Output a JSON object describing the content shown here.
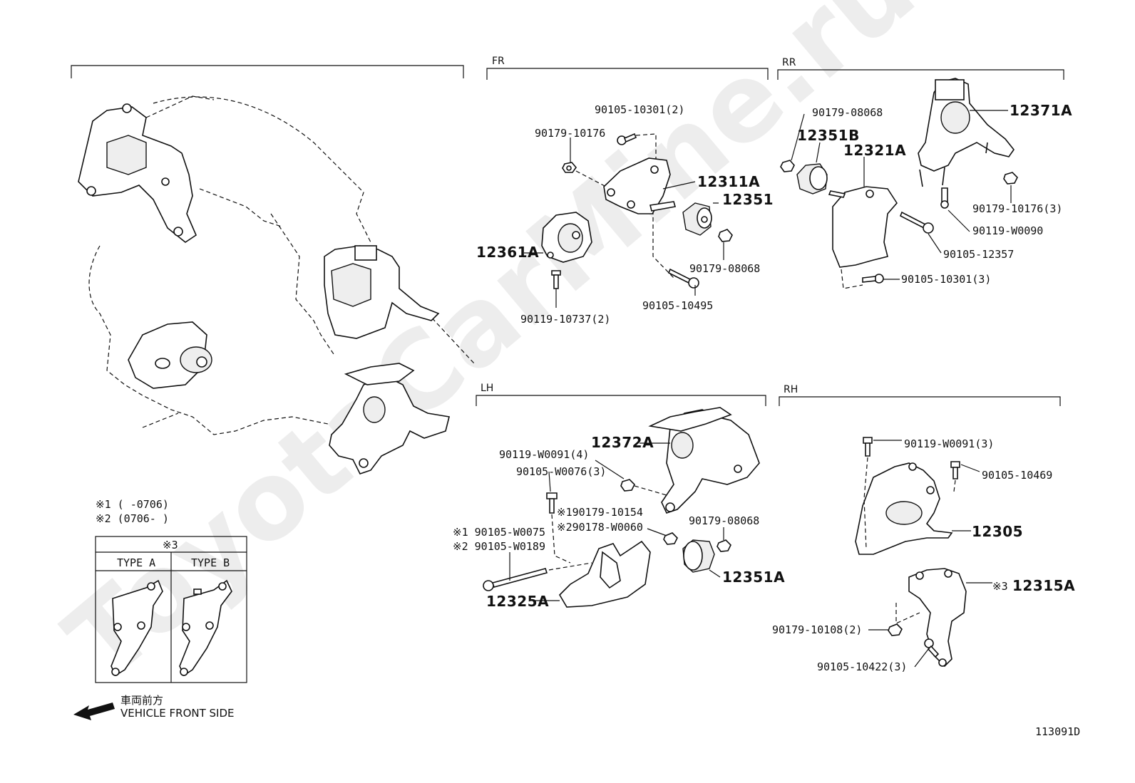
{
  "sections": {
    "fr": "FR",
    "rr": "RR",
    "lh": "LH",
    "rh": "RH"
  },
  "fr": {
    "bolt_top": "90105-10301(2)",
    "nut_left": "90179-10176",
    "bracket": "12311A",
    "stopper": "12351",
    "nut_right": "90179-08068",
    "bolt_bottom": "90105-10495",
    "insulator": "12361A",
    "bolt_insulator": "90119-10737(2)"
  },
  "rr": {
    "nut_top": "90179-08068",
    "stopper": "12351B",
    "bracket": "12321A",
    "insulator": "12371A",
    "nut_right": "90179-10176(3)",
    "bolt_stud": "90119-W0090",
    "bolt_mid": "90105-12357",
    "bolt_bottom": "90105-10301(3)"
  },
  "lh": {
    "insulator": "12372A",
    "bolt_a": "90119-W0091(4)",
    "bolt_b": "90105-W0076(3)",
    "note1_nut": "※190179-10154",
    "note2_nut": "※290178-W0060",
    "nut_right": "90179-08068",
    "note1_bolt": "※1 90105-W0075",
    "note2_bolt": "※2 90105-W0189",
    "stopper": "12351A",
    "bracket": "12325A"
  },
  "rh": {
    "bolt_a": "90119-W0091(3)",
    "bolt_b": "90105-10469",
    "insulator": "12305",
    "bracket": "12315A",
    "bracket_mark": "※3",
    "nut": "90179-10108(2)",
    "bolt_bottom": "90105-10422(3)"
  },
  "notes": {
    "note1": "※1 (     -0706)",
    "note2": "※2 (0706-      )"
  },
  "legend": {
    "title": "※3",
    "type_a": "TYPE A",
    "type_b": "TYPE B"
  },
  "front": {
    "jp": "車両前方",
    "en": "VEHICLE FRONT SIDE"
  },
  "figure_code": "113091D",
  "watermark": "ToyotaCarMine.ru"
}
